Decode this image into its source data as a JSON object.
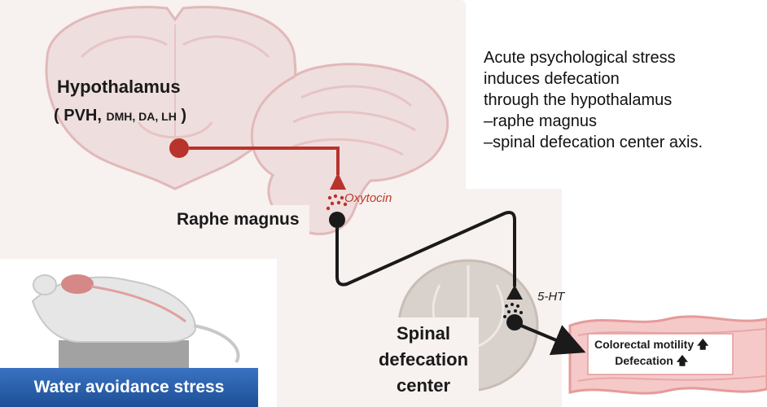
{
  "hypothalamus": {
    "title": "Hypothalamus",
    "paren_open": "(",
    "pvh": "PVH,",
    "others": "DMH, DA, LH",
    "paren_close": ")"
  },
  "raphe_magnus": "Raphe magnus",
  "oxytocin": "Oxytocin",
  "serotonin": "5-HT",
  "spinal_center": {
    "line1": "Spinal",
    "line2": "defecation",
    "line3": "center"
  },
  "summary_lines": [
    "Acute psychological stress",
    "induces defecation",
    "through the hypothalamus",
    "–raphe magnus",
    "–spinal defecation center axis."
  ],
  "colon": {
    "line1": "Colorectal motility",
    "line2": "Defecation"
  },
  "stress_label": "Water avoidance stress",
  "colors": {
    "oxytocin_pathway": "#b8332b",
    "serotonin_pathway": "#1a1a1a",
    "panel_background": "#f7f1ef",
    "stress_bar": "#2a62b0"
  },
  "icons": [
    "up-arrow-icon",
    "mouse-icon",
    "brain-coronal-icon",
    "brainstem-icon",
    "spinal-cord-icon",
    "colon-icon"
  ]
}
